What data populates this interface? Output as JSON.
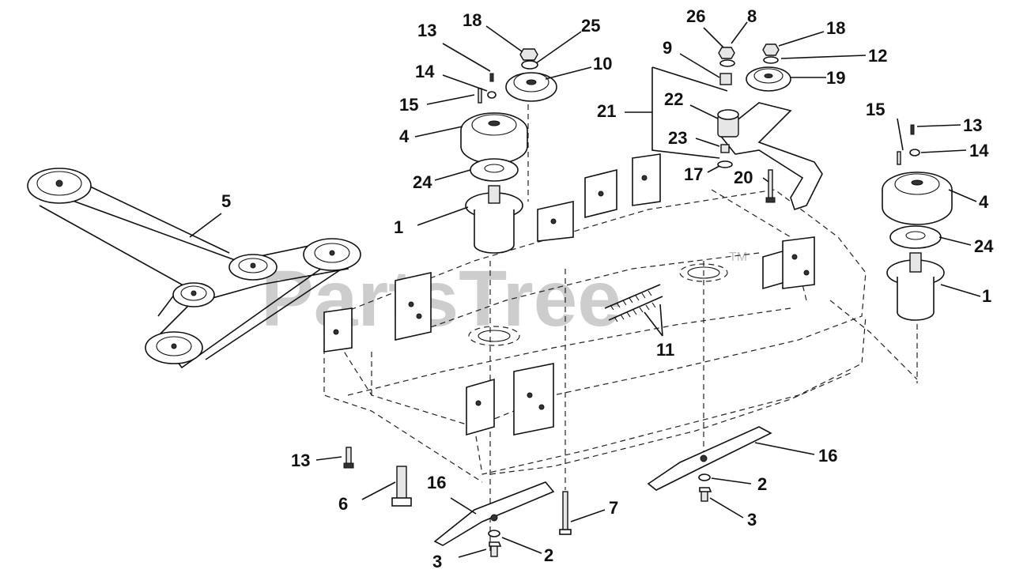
{
  "watermark": {
    "text": "PartsTree",
    "trademark": "TM"
  },
  "callouts": {
    "c1a": "1",
    "c1b": "1",
    "c2a": "2",
    "c2b": "2",
    "c3a": "3",
    "c3b": "3",
    "c4a": "4",
    "c4b": "4",
    "c5": "5",
    "c6": "6",
    "c7": "7",
    "c8": "8",
    "c9": "9",
    "c10": "10",
    "c11": "11",
    "c12": "12",
    "c13a": "13",
    "c13b": "13",
    "c13c": "13",
    "c14a": "14",
    "c14b": "14",
    "c15a": "15",
    "c15b": "15",
    "c16a": "16",
    "c16b": "16",
    "c17": "17",
    "c18a": "18",
    "c18b": "18",
    "c19": "19",
    "c20": "20",
    "c21": "21",
    "c22": "22",
    "c23": "23",
    "c24a": "24",
    "c24b": "24",
    "c25": "25",
    "c26": "26"
  }
}
